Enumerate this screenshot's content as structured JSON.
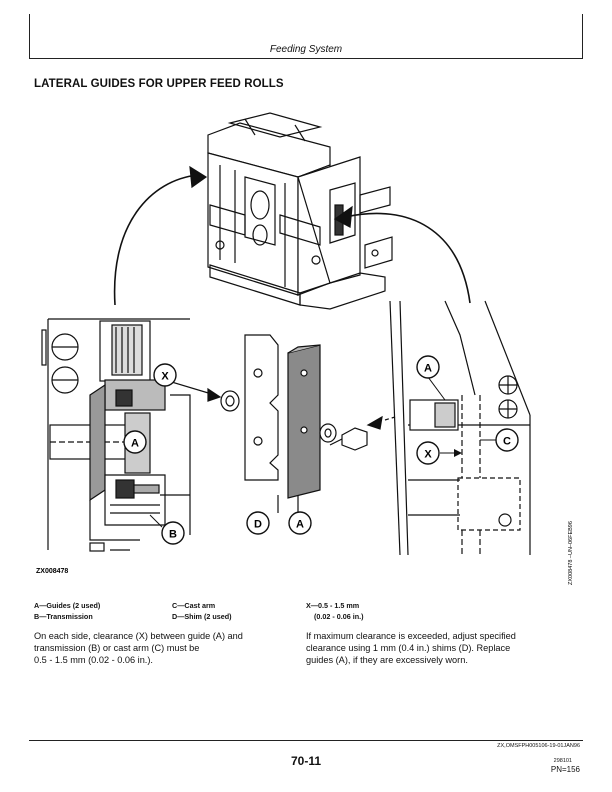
{
  "header": {
    "section": "Feeding System"
  },
  "title": "LATERAL GUIDES FOR UPPER FEED ROLLS",
  "figure": {
    "callouts": {
      "a1": "A",
      "a2": "A",
      "a3": "A",
      "x1": "X",
      "x2": "X",
      "b": "B",
      "c": "C",
      "d": "D"
    },
    "figure_id": "ZX008478",
    "side_tag": "ZX008478    –UN–06FEB96"
  },
  "legend": {
    "col1": [
      "A—Guides (2 used)",
      "B—Transmission"
    ],
    "col2": [
      "C—Cast arm",
      "D—Shim (2 used)"
    ],
    "col3": [
      "X—0.5 - 1.5 mm",
      "(0.02 - 0.06 in.)"
    ]
  },
  "text": {
    "left": [
      "On each side, clearance (X) between guide (A) and",
      "transmission (B) or cast arm (C) must be",
      "0.5 - 1.5 mm (0.02 - 0.06 in.)."
    ],
    "right": [
      "If maximum clearance is exceeded, adjust specified",
      "clearance using 1 mm (0.4 in.) shims (D). Replace",
      "guides (A), if they are excessively worn."
    ]
  },
  "footer": {
    "doc_id": "ZX,OMSFPH005106-19-01JAN96",
    "page_number": "70-11",
    "small_code": "298101",
    "pn": "PN=156"
  }
}
